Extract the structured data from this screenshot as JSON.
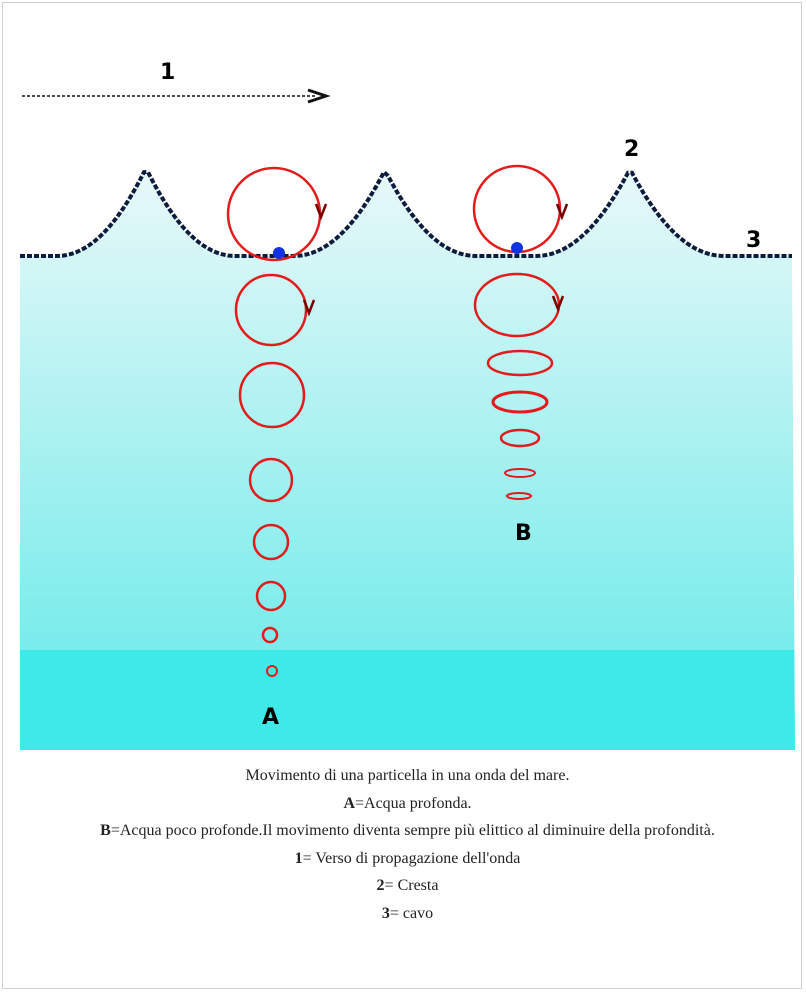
{
  "diagram": {
    "labels": {
      "direction": "1",
      "crest": "2",
      "trough": "3",
      "deep": "A",
      "shallow": "B"
    },
    "colors": {
      "water_top": "#eaf8f8",
      "water_bottom": "#78eceb",
      "water_deep_band": "#3eeae8",
      "orbit": "#e31b1b",
      "particle": "#1233e0",
      "surface": "#0d1b3d",
      "arrow_mark": "#7a0000"
    }
  },
  "caption": {
    "line1": "Movimento di una particella in una onda del mare.",
    "a_key": "A",
    "a_text": "=Acqua profonda.",
    "b_key": "B",
    "b_text": "=Acqua poco profonde.Il movimento diventa sempre più elittico al diminuire della profondità.",
    "k1": "1",
    "t1": "= Verso di propagazione dell'onda",
    "k2": "2",
    "t2": "= Cresta",
    "k3": "3",
    "t3": "= cavo"
  }
}
